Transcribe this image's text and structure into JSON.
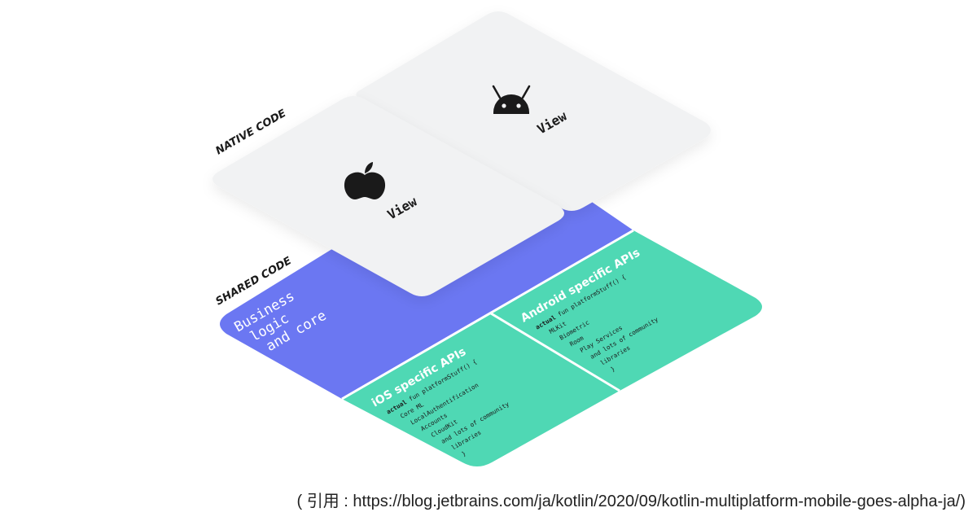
{
  "labels": {
    "native_code": "NATIVE CODE",
    "shared_code": "SHARED CODE"
  },
  "ios_view": {
    "icon": "apple-icon",
    "label": "View"
  },
  "android_view": {
    "icon": "android-icon",
    "label": "View"
  },
  "business_logic": {
    "lines": [
      "Business",
      "logic",
      "and core"
    ]
  },
  "ios_apis": {
    "title": "iOS specific APIs",
    "code_keyword": "actual",
    "code_signature": " fun platformStuff() {",
    "items": [
      "Core ML",
      "LocalAuthentification",
      "Accounts",
      "CloudKit",
      "and lots of community",
      "libraries"
    ],
    "close": "}"
  },
  "android_apis": {
    "title": "Android specific APIs",
    "code_keyword": "actual",
    "code_signature": " fun platformStuff() {",
    "items": [
      "MLKit",
      "Biometric",
      "Room",
      "Play Services",
      "and lots of community",
      "libraries"
    ],
    "close": "}"
  },
  "colors": {
    "purple": "#6b77f2",
    "green": "#4fd8b4",
    "card": "#f1f2f3",
    "text": "#1a1a1a",
    "white": "#ffffff"
  },
  "citation": "( 引用 : https://blog.jetbrains.com/ja/kotlin/2020/09/kotlin-multiplatform-mobile-goes-alpha-ja/)"
}
